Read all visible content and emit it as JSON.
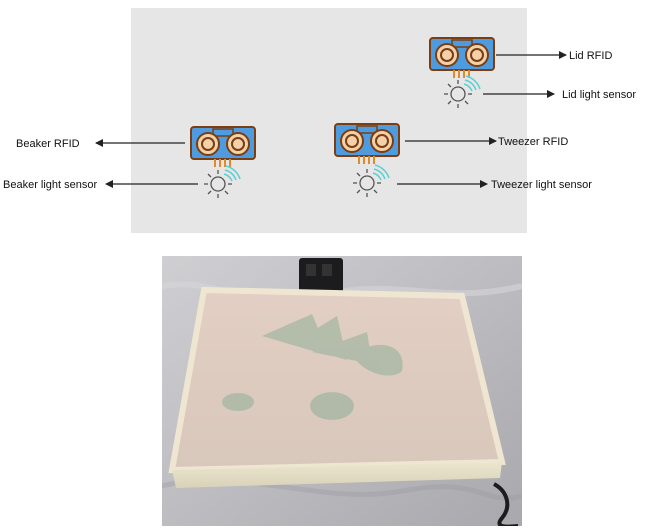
{
  "labels": {
    "lid_rfid": "Lid RFID",
    "lid_light_sensor": "Lid light sensor",
    "beaker_rfid": "Beaker RFID",
    "beaker_light_sensor": "Beaker light sensor",
    "tweezer_rfid": "Tweezer RFID",
    "tweezer_light_sensor": "Tweezer light sensor"
  },
  "colors": {
    "panel_background": "#e6e6e6",
    "rfid_body": "#4e9be0",
    "rfid_outline": "#7a3e12",
    "rfid_coil": "#f4d1a8",
    "rfid_pins": "#e08a2c",
    "light_wave": "#5ad0d4",
    "sensor_icon": "#555555",
    "arrow": "#222222"
  },
  "icons": {
    "rfid": "rfid-reader-icon",
    "light_sensor": "sun-light-sensor-icon"
  }
}
